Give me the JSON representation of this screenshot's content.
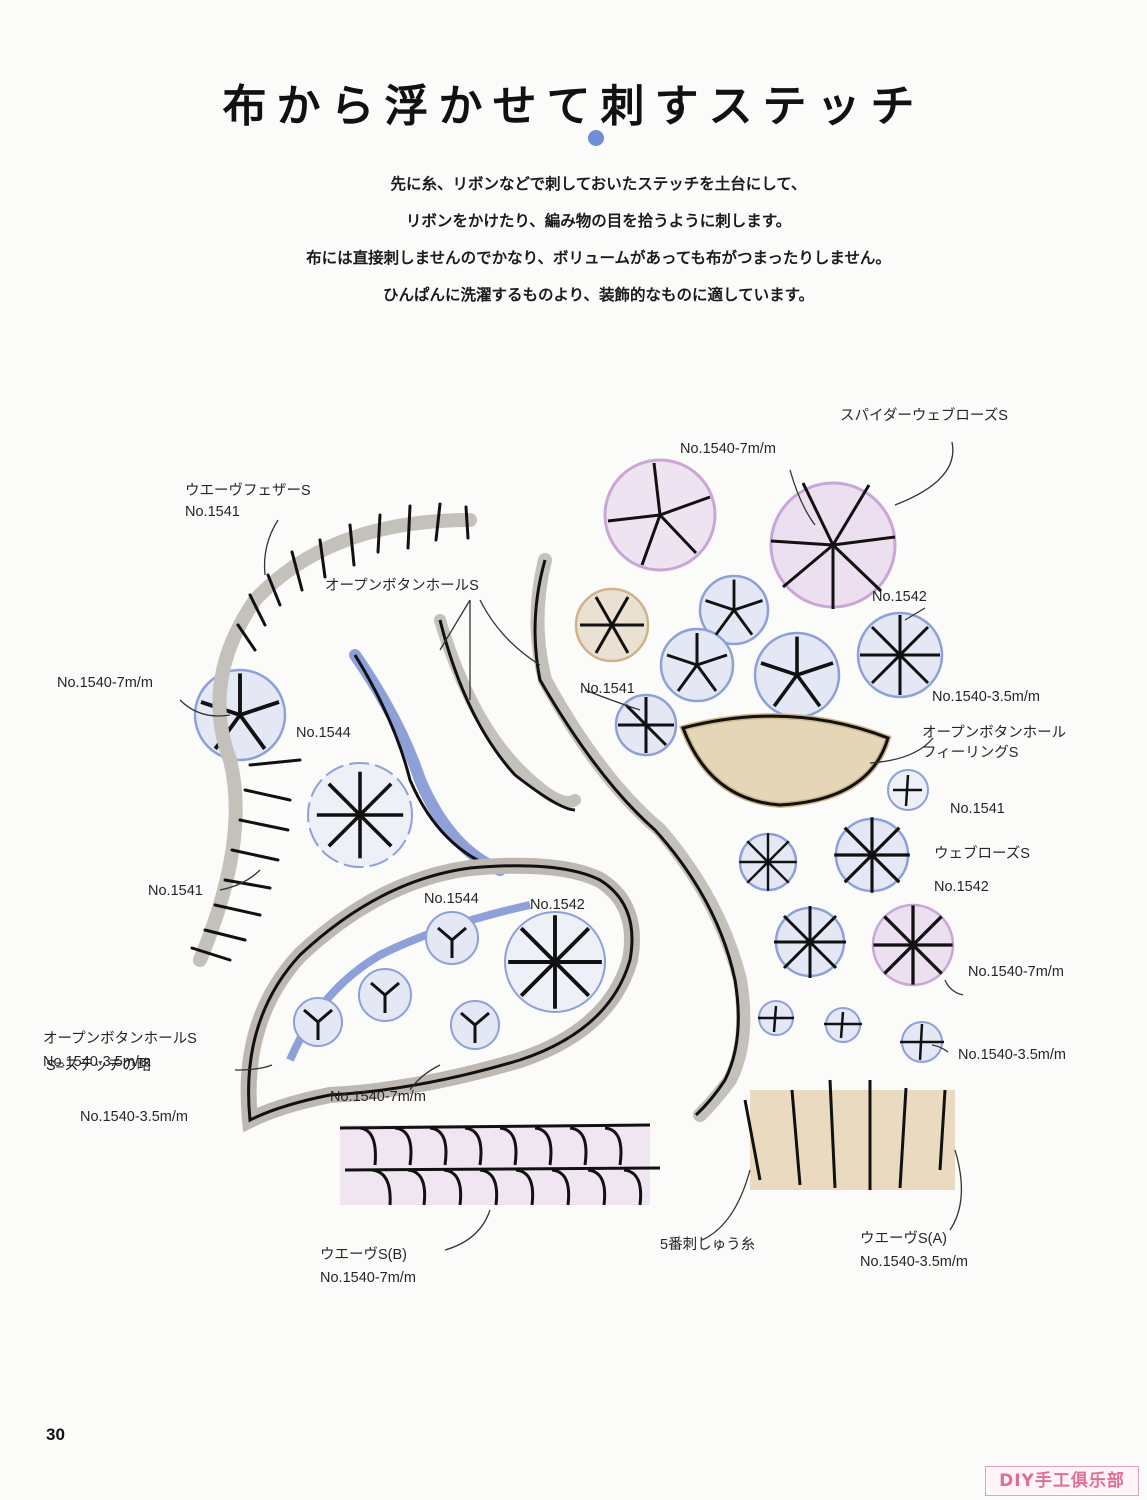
{
  "title": "布から浮かせて刺すステッチ",
  "intro": [
    "先に糸、リボンなどで刺しておいたステッチを土台にして、",
    "リボンをかけたり、編み物の目を拾うように刺します。",
    "布には直接刺しませんのでかなり、ボリュームがあっても布がつまったりしません。",
    "ひんぱんに洗濯するものより、装飾的なものに適しています。"
  ],
  "labels": {
    "spider_web_rose": "スパイダーウェブローズS",
    "no1540_7_top": "No.1540-7m/m",
    "wave_feather": "ウエーヴフェザーS",
    "no1541_top": "No.1541",
    "open_buttonhole_top": "オープンボタンホールS",
    "no1542_top": "No.1542",
    "no1540_35_right": "No.1540-3.5m/m",
    "no1540_7_left": "No.1540-7m/m",
    "no1544_a": "No.1544",
    "no1541_mid": "No.1541",
    "open_buttonhole_filling_1": "オープンボタンホール",
    "open_buttonhole_filling_2": "フィーリングS",
    "no1541_right": "No.1541",
    "web_rose": "ウェブローズS",
    "no1542_right": "No.1542",
    "no1541_left": "No.1541",
    "no1544_b": "No.1544",
    "no1542_paisley": "No.1542",
    "no1540_7_right": "No.1540-7m/m",
    "open_buttonhole_left": "オープンボタンホールS",
    "no1540_35_left": "No.1540-3.5m/m",
    "no1540_35_bottomright": "No.1540-3.5m/m",
    "no1540_7_paisley": "No.1540-7m/m",
    "no1540_35_paisley": "No.1540-3.5m/m",
    "thread_no5": "5番刺しゅう糸",
    "wave_a": "ウエーヴS(A)",
    "no1540_35_wave_a": "No.1540-3.5m/m",
    "wave_b": "ウエーヴS(B)",
    "no1540_7_wave_b": "No.1540-7m/m"
  },
  "footnote": "S=ステッチの略",
  "page_number": "30",
  "watermark": "DIY手工俱乐部",
  "colors": {
    "accent_dot": "#6f8fd6",
    "ribbon_blue": "#8da0d8",
    "ribbon_pink": "#c9a6d6",
    "ribbon_beige": "#cdb48a",
    "ribbon_grey": "#b9b4ae"
  }
}
